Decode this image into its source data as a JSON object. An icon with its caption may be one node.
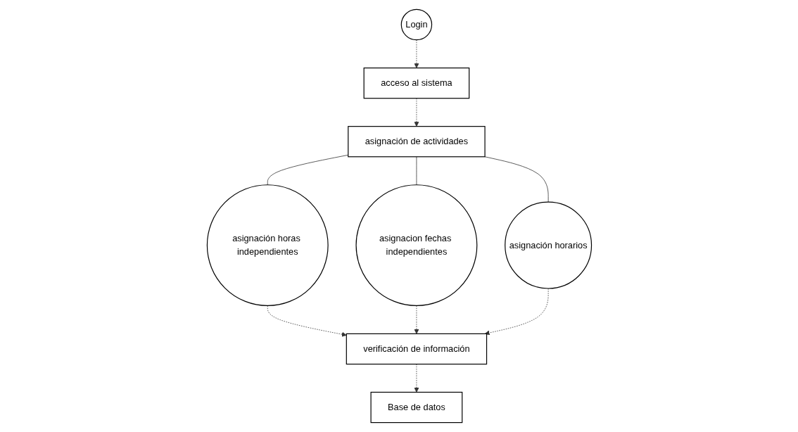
{
  "diagram": {
    "nodes": [
      {
        "text": [
          "Login"
        ]
      },
      {
        "text": [
          "acceso al sistema"
        ]
      },
      {
        "text": [
          "asignación de actividades"
        ]
      },
      {
        "text": [
          "asignación horas independientes"
        ]
      },
      {
        "text": [
          "asignacion fechas independientes"
        ]
      },
      {
        "text": [
          "asignación horarios"
        ]
      },
      {
        "text": [
          "Base de datos"
        ]
      },
      {
        "text": [
          "verificación de información"
        ]
      }
    ],
    "edges": [
      {
        "from": 0,
        "to": 1,
        "arrow": "to",
        "style": "dashed"
      },
      {
        "from": 1,
        "to": 2,
        "arrow": "to",
        "style": "dashed"
      },
      {
        "from": 2,
        "to": 3,
        "arrow": "none"
      },
      {
        "from": 2,
        "to": 4,
        "arrow": "none"
      },
      {
        "from": 2,
        "to": 5,
        "arrow": "none"
      },
      {
        "from": 3,
        "to": 7,
        "arrow": "to",
        "style": "dashed"
      },
      {
        "from": 4,
        "to": 7,
        "arrow": "to",
        "style": "dashed"
      },
      {
        "from": 5,
        "to": 7,
        "arrow": "to",
        "style": "dashed"
      },
      {
        "from": 7,
        "to": 6,
        "arrow": "to",
        "style": "dashed"
      }
    ]
  }
}
